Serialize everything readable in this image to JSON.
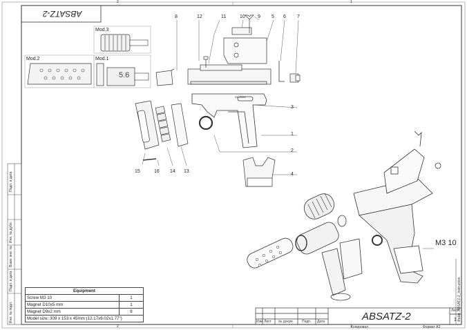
{
  "title_block": {
    "title": "ABSATZ-2",
    "title_rotated": "ABSATZ-2",
    "sheet_label": "Лист",
    "sheet_number": "1",
    "revision_labels": [
      "Изм",
      "Лист",
      "№ докум.",
      "Подп.",
      "Дата"
    ],
    "copied_label": "Копировал",
    "format_label": "Формат А3"
  },
  "side_stamp_labels": [
    "Инв. № подл.",
    "Подп. и дата",
    "Взам. инв. №",
    "Инв. № дубл.",
    "Подп. и дата"
  ],
  "side_filename": "Файл: ABSATZ-2_Instruction",
  "border_zones": {
    "top": [
      "2",
      "1"
    ],
    "bottom": [
      "2",
      "1"
    ]
  },
  "mod_labels": {
    "mod3": "Mod.3",
    "mod2": "Mod.2",
    "mod1": "Mod.1"
  },
  "mod1_marking": "5.6",
  "frame_marking": "SX-2595",
  "callouts": [
    "1",
    "2",
    "3",
    "4",
    "5",
    "6",
    "7",
    "8",
    "9",
    "10",
    "11",
    "12",
    "13",
    "14",
    "15",
    "16"
  ],
  "screw_label": "M3 10",
  "equipment": {
    "header": "Equipment",
    "rows": [
      {
        "item": "Screw M3 10",
        "qty": "1"
      },
      {
        "item": "Magnet D10x5 mm",
        "qty": "1"
      },
      {
        "item": "Magnet D9x2 mm",
        "qty": "8"
      }
    ],
    "model_size": "Model size: 309 x 153 x 45mm (12.17x6.02x1.77\")"
  }
}
